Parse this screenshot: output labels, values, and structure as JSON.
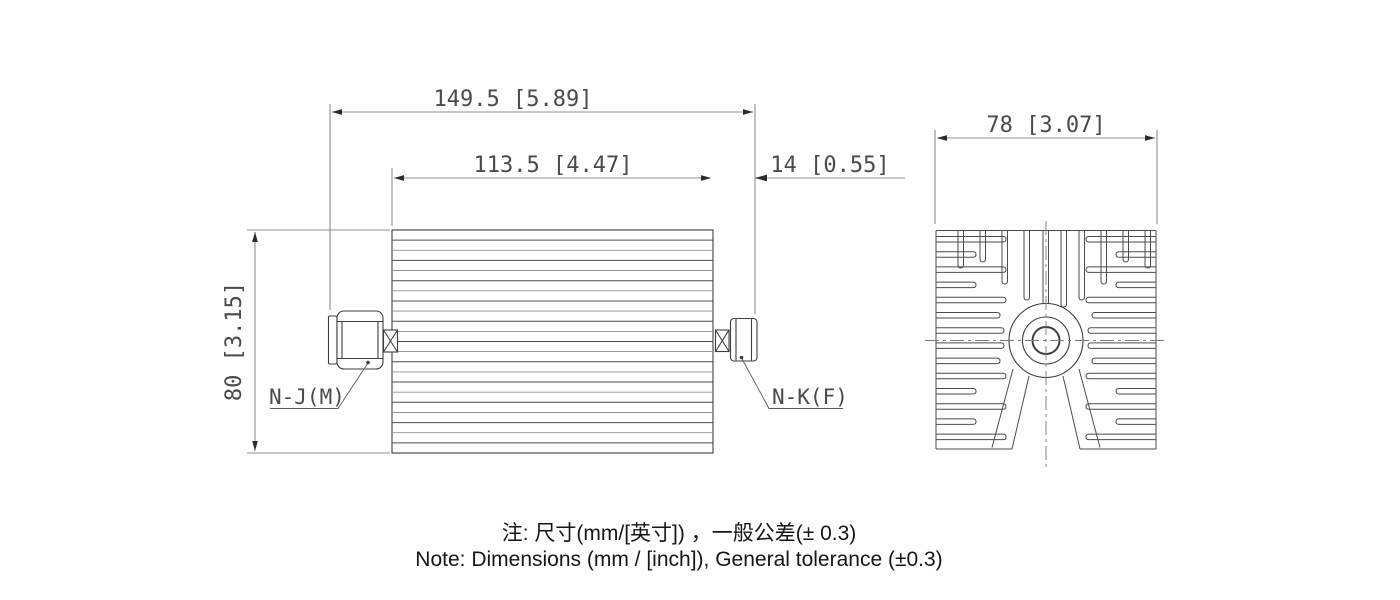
{
  "drawing": {
    "title": "attenuator-outline-drawing",
    "dimensions": {
      "overall_length": "149.5 [5.89]",
      "body_length": "113.5 [4.47]",
      "right_connector_length": "14 [0.55]",
      "body_height": "80 [3.15]",
      "end_view_width": "78 [3.07]"
    },
    "connector_labels": {
      "left": "N-J(M)",
      "right": "N-K(F)"
    },
    "notes": {
      "line1_zh": "注: 尺寸(mm/[英寸]) ，一般公差(± 0.3)",
      "line2_en": "Note: Dimensions (mm / [inch]), General tolerance (±0.3)"
    },
    "colors": {
      "background": "#fefefe",
      "object_line": "#3e3e3e",
      "dimension_line": "#6f6f6f",
      "dimension_text": "#4a4a4a",
      "note_text": "#161616"
    }
  }
}
